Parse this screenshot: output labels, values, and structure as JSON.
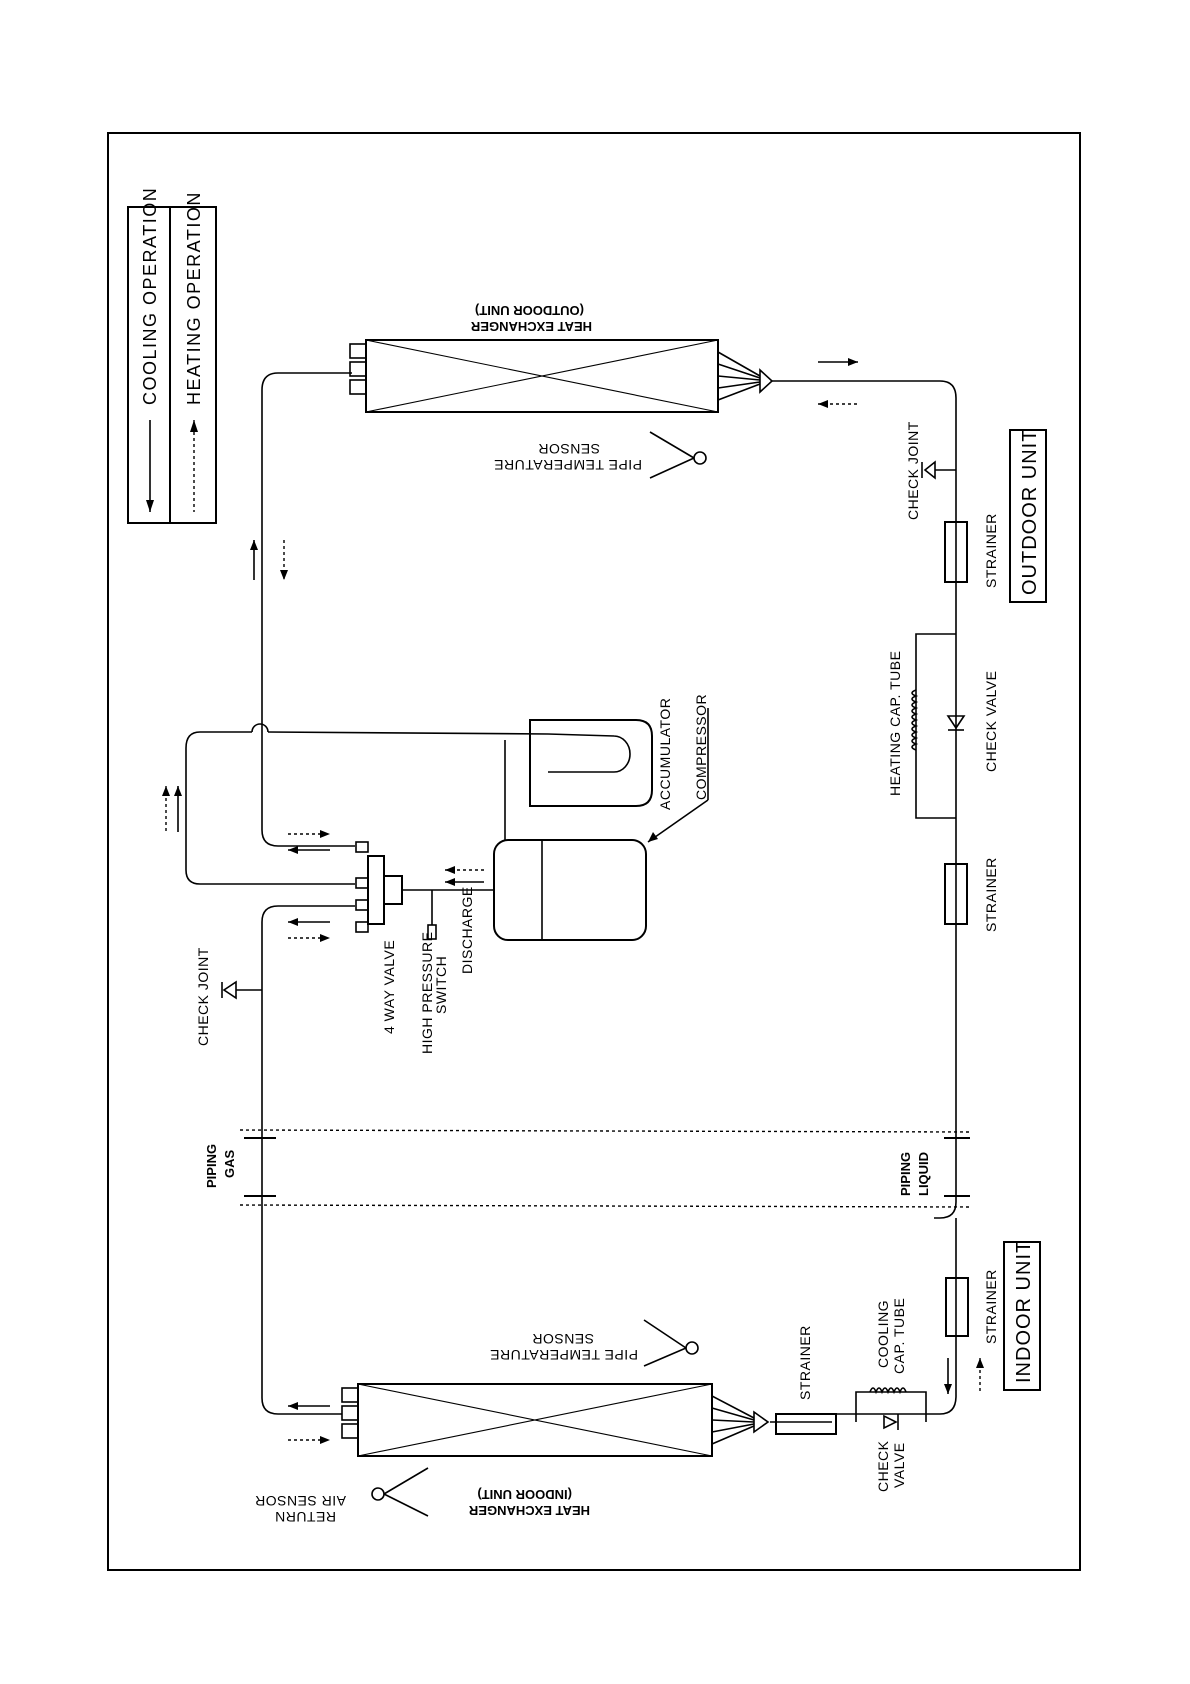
{
  "legend": {
    "cooling": "COOLING OPERATION",
    "heating": "HEATING OPERATION"
  },
  "units": {
    "outdoor": "OUTDOOR UNIT",
    "indoor": "INDOOR UNIT"
  },
  "labels": {
    "hx_outdoor_1": "HEAT EXCHANGER",
    "hx_outdoor_2": "(OUTDOOR UNIT)",
    "hx_indoor_1": "HEAT EXCHANGER",
    "hx_indoor_2": "(INDOOR UNIT)",
    "pipe_temp_1": "PIPE TEMPERATURE",
    "pipe_temp_2": "SENSOR",
    "return_air_1": "RETURN",
    "return_air_2": "AIR SENSOR",
    "check_joint": "CHECK JOINT",
    "strainer": "STRAINER",
    "check_valve": "CHECK VALVE",
    "check_valve_1": "CHECK",
    "check_valve_2": "VALVE",
    "heating_cap_tube": "HEATING CAP. TUBE",
    "cooling_cap_1": "COOLING",
    "cooling_cap_2": "CAP. TUBE",
    "accumulator": "ACCUMULATOR",
    "compressor": "COMPRESSOR",
    "four_way_valve": "4 WAY VALVE",
    "high_pressure_1": "HIGH PRESSURE",
    "high_pressure_2": "SWITCH",
    "discharge": "DISCHARGE",
    "piping_gas_1": "PIPING",
    "piping_gas_2": "GAS",
    "piping_liquid_1": "PIPING",
    "piping_liquid_2": "LIQUID"
  }
}
